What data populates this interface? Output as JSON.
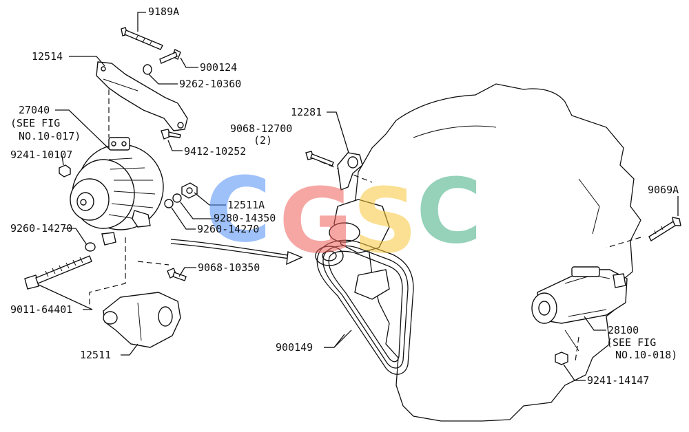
{
  "labels": {
    "p9189A": "9189A",
    "p12514": "12514",
    "p900124": "900124",
    "p9262_10360": "9262-10360",
    "p27040": "27040",
    "p27040_note1": "(SEE FIG",
    "p27040_note2": "NO.10-017)",
    "p9241_10107": "9241-10107",
    "p9412_10252": "9412-10252",
    "p9068_12700": "9068-12700",
    "p9068_12700_qty": "(2)",
    "p12281": "12281",
    "p12511A": "12511A",
    "p9280_14350": "9280-14350",
    "p9260_14270a": "9260-14270",
    "p9260_14270b": "9260-14270",
    "p9068_10350": "9068-10350",
    "p9011_64401": "9011-64401",
    "p12511": "12511",
    "p900149": "900149",
    "p9069A": "9069A",
    "p28100": "28100",
    "p28100_note1": "(SEE FIG",
    "p28100_note2": "NO.10-018)",
    "p9241_14147": "9241-14147"
  },
  "watermark": {
    "letters": [
      "C",
      "G",
      "S",
      "C"
    ],
    "colors": [
      "#4f8ff7",
      "#f0605a",
      "#f8c83c",
      "#3fae80"
    ]
  }
}
